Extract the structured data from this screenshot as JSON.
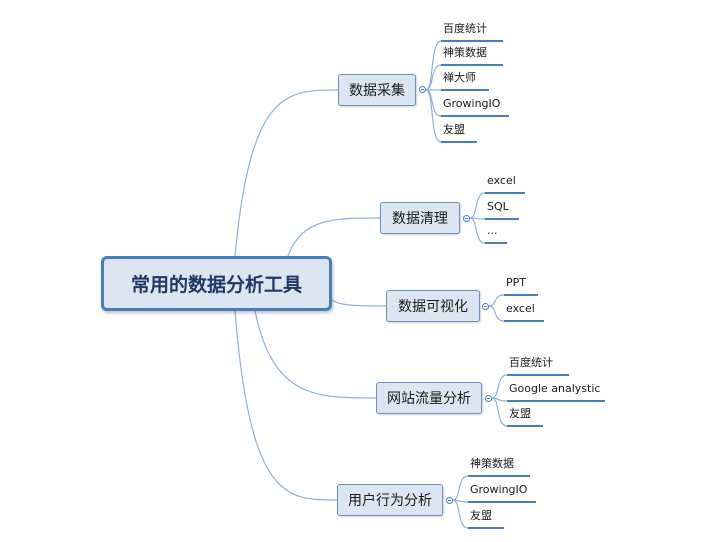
{
  "mindmap": {
    "root": "常用的数据分析工具",
    "branches": [
      {
        "label": "数据采集",
        "items": [
          "百度统计",
          "神策数据",
          "禅大师",
          "GrowingIO",
          "友盟"
        ]
      },
      {
        "label": "数据清理",
        "items": [
          "excel",
          "SQL",
          "..."
        ]
      },
      {
        "label": "数据可视化",
        "items": [
          "PPT",
          "excel"
        ]
      },
      {
        "label": "网站流量分析",
        "items": [
          "百度统计",
          "Google analystic",
          "友盟"
        ]
      },
      {
        "label": "用户行为分析",
        "items": [
          "神策数据",
          "GrowingIO",
          "友盟"
        ]
      }
    ]
  },
  "colors": {
    "link": "#8fb0d8",
    "accent": "#4a7ebb",
    "node_fill": "#dce6f2",
    "root_text": "#1f3864"
  }
}
